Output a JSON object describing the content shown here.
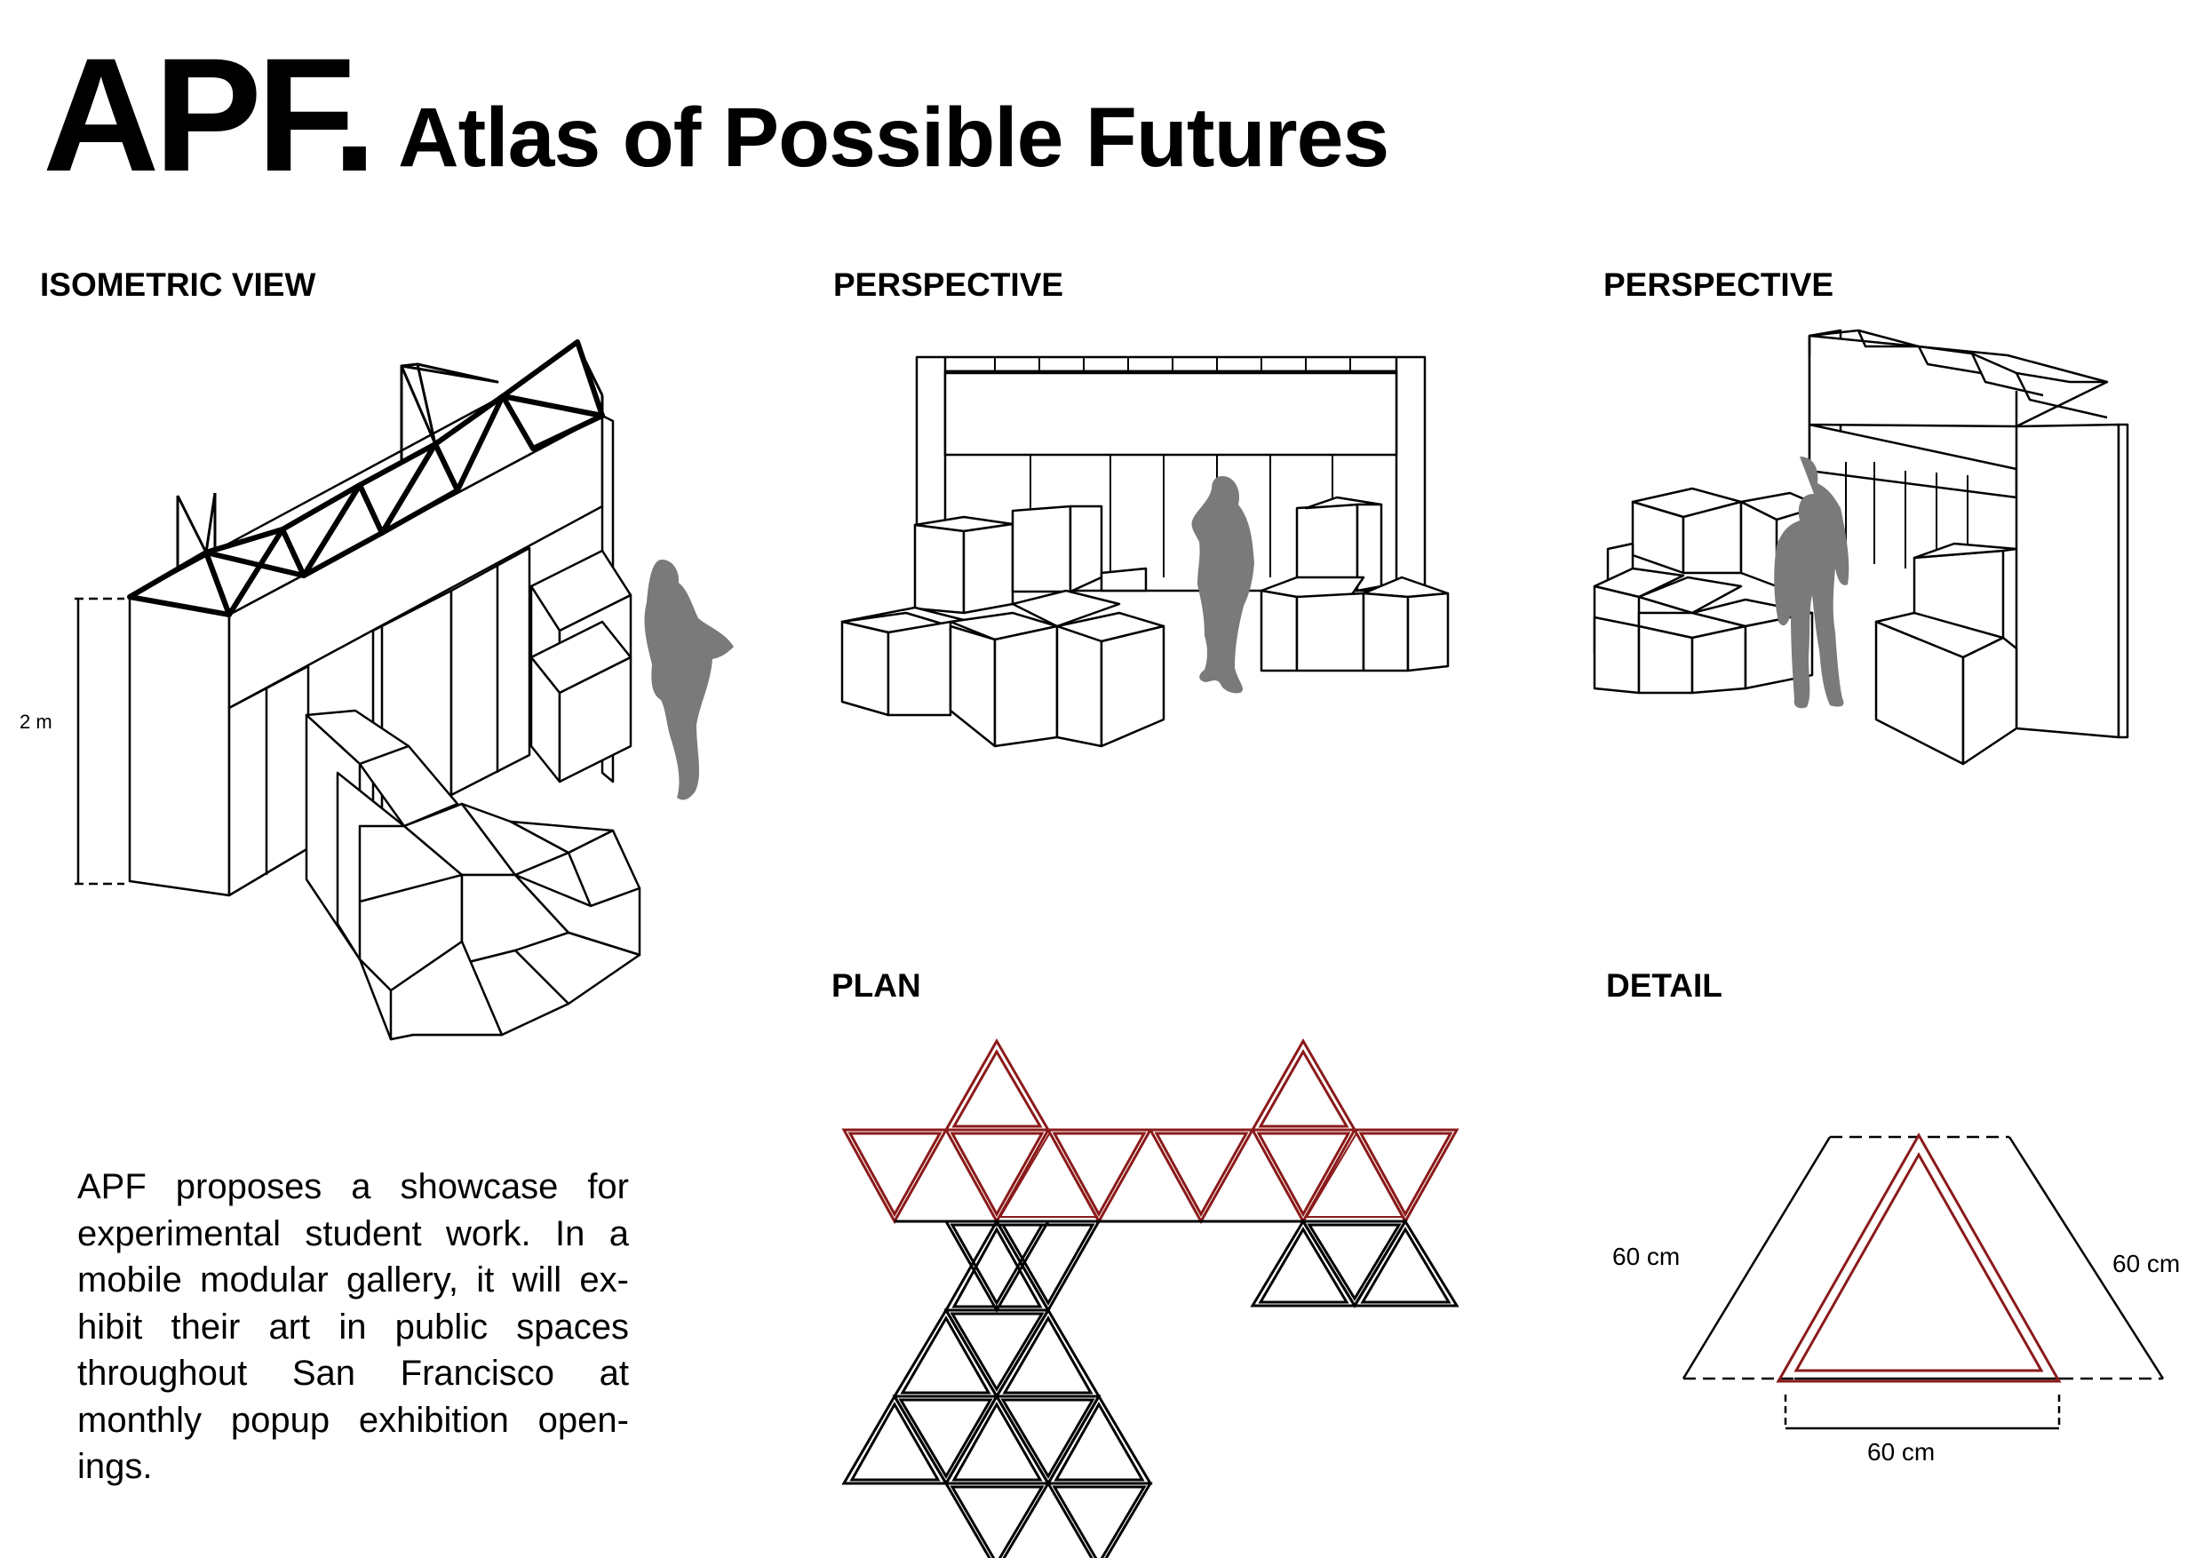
{
  "header": {
    "acronym": "APF.",
    "subtitle": "Atlas of Possible Futures"
  },
  "views": {
    "isometric": "ISOMETRIC VIEW",
    "perspective_1": "PERSPECTIVE",
    "perspective_2": "PERSPECTIVE",
    "plan": "PLAN",
    "detail": "DETAIL"
  },
  "dimensions": {
    "height": "2 m",
    "detail_left": "60 cm",
    "detail_right": "60 cm",
    "detail_bottom": "60 cm"
  },
  "description": "APF proposes a showcase for experimental student work. In a mobile modular gallery, it will ex­hibit their art in public spaces throughout San Francisco at monthly popup exhibition open­ings.",
  "colors": {
    "accent": "#8b1a1a",
    "line": "#000000",
    "silhouette": "#7a7a7a"
  }
}
